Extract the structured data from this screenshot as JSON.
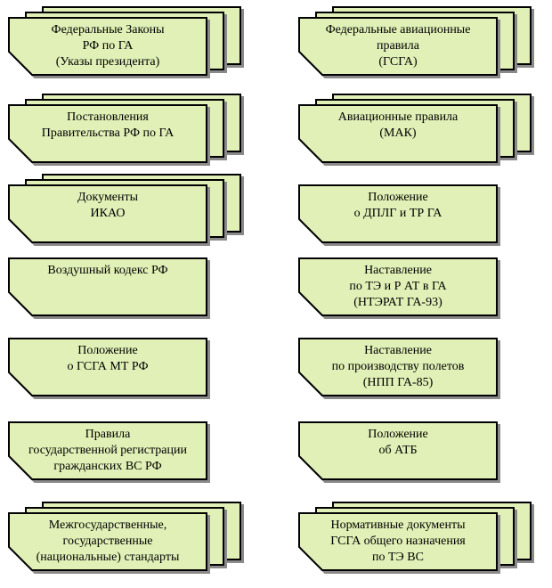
{
  "colors": {
    "fill": "#e0f0b6",
    "stroke": "#000000",
    "shadow": "#8a8a8a"
  },
  "left_column": [
    {
      "lines": [
        "Федеральные Законы",
        "РФ по ГА",
        "(Указы президента)"
      ],
      "stacked": true
    },
    {
      "lines": [
        "Постановления",
        "Правительства РФ по ГА"
      ],
      "stacked": true
    },
    {
      "lines": [
        "Документы",
        "ИКАО"
      ],
      "stacked": true
    },
    {
      "lines": [
        "Воздушный кодекс РФ"
      ],
      "stacked": false
    },
    {
      "lines": [
        "Положение",
        "о ГСГА МТ РФ"
      ],
      "stacked": false
    },
    {
      "lines": [
        "Правила",
        "государственной регистрации",
        "гражданских ВС РФ"
      ],
      "stacked": false
    },
    {
      "lines": [
        "Межгосударственные,",
        "государственные",
        "(национальные) стандарты"
      ],
      "stacked": true
    }
  ],
  "right_column": [
    {
      "lines": [
        "Федеральные авиационные",
        "правила",
        "(ГСГА)"
      ],
      "stacked": true
    },
    {
      "lines": [
        "Авиационные правила",
        "(МАК)"
      ],
      "stacked": true
    },
    {
      "lines": [
        "Положение",
        "о ДПЛГ и ТР ГА"
      ],
      "stacked": false
    },
    {
      "lines": [
        "Наставление",
        "по ТЭ и Р АТ в ГА",
        "(НТЭРАТ ГА-93)"
      ],
      "stacked": false
    },
    {
      "lines": [
        "Наставление",
        "по производству полетов",
        "(НПП ГА-85)"
      ],
      "stacked": false
    },
    {
      "lines": [
        "Положение",
        "об АТБ"
      ],
      "stacked": false
    },
    {
      "lines": [
        "Нормативные документы",
        "ГСГА общего назначения",
        "по ТЭ ВС"
      ],
      "stacked": true
    }
  ]
}
